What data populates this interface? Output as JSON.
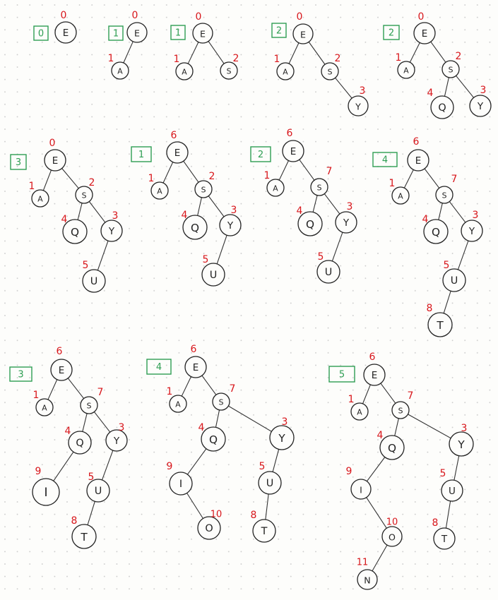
{
  "colors": {
    "badge": "#2e9e53",
    "rank": "#d8161b",
    "ink": "#222222",
    "dot": "#c9c9c9"
  },
  "steps": [
    {
      "id": "step-1",
      "badge": "0",
      "nodes": [
        {
          "label": "E",
          "rank": "0"
        }
      ]
    },
    {
      "id": "step-2",
      "badge": "1",
      "nodes": [
        {
          "label": "E",
          "rank": "0"
        },
        {
          "label": "A",
          "rank": "1"
        }
      ]
    },
    {
      "id": "step-3",
      "badge": "1",
      "nodes": [
        {
          "label": "E",
          "rank": "0"
        },
        {
          "label": "A",
          "rank": "1"
        },
        {
          "label": "S",
          "rank": "2"
        }
      ]
    },
    {
      "id": "step-4",
      "badge": "2",
      "nodes": [
        {
          "label": "E",
          "rank": "0"
        },
        {
          "label": "A",
          "rank": "1"
        },
        {
          "label": "S",
          "rank": "2"
        },
        {
          "label": "Y",
          "rank": "3"
        }
      ]
    },
    {
      "id": "step-5",
      "badge": "2",
      "nodes": [
        {
          "label": "E",
          "rank": "0"
        },
        {
          "label": "A",
          "rank": "1"
        },
        {
          "label": "S",
          "rank": "2"
        },
        {
          "label": "Q",
          "rank": "4"
        },
        {
          "label": "Y",
          "rank": "3"
        }
      ]
    },
    {
      "id": "step-6",
      "badge": "3",
      "nodes": [
        {
          "label": "E",
          "rank": "0"
        },
        {
          "label": "A",
          "rank": "1"
        },
        {
          "label": "S",
          "rank": "2"
        },
        {
          "label": "Q",
          "rank": "4"
        },
        {
          "label": "Y",
          "rank": "3"
        },
        {
          "label": "U",
          "rank": "5"
        }
      ]
    },
    {
      "id": "step-7",
      "badge": "1",
      "nodes": [
        {
          "label": "E",
          "rank": "6"
        },
        {
          "label": "A",
          "rank": "1"
        },
        {
          "label": "S",
          "rank": "2"
        },
        {
          "label": "Q",
          "rank": "4"
        },
        {
          "label": "Y",
          "rank": "3"
        },
        {
          "label": "U",
          "rank": "5"
        }
      ]
    },
    {
      "id": "step-8",
      "badge": "2",
      "nodes": [
        {
          "label": "E",
          "rank": "6"
        },
        {
          "label": "A",
          "rank": "1"
        },
        {
          "label": "S",
          "rank": "7"
        },
        {
          "label": "Q",
          "rank": "4"
        },
        {
          "label": "Y",
          "rank": "3"
        },
        {
          "label": "U",
          "rank": "5"
        }
      ]
    },
    {
      "id": "step-9",
      "badge": "4",
      "nodes": [
        {
          "label": "E",
          "rank": "6"
        },
        {
          "label": "A",
          "rank": "1"
        },
        {
          "label": "S",
          "rank": "7"
        },
        {
          "label": "Q",
          "rank": "4"
        },
        {
          "label": "Y",
          "rank": "3"
        },
        {
          "label": "U",
          "rank": "5"
        },
        {
          "label": "T",
          "rank": "8"
        }
      ]
    },
    {
      "id": "step-10",
      "badge": "3",
      "nodes": [
        {
          "label": "E",
          "rank": "6"
        },
        {
          "label": "A",
          "rank": "1"
        },
        {
          "label": "S",
          "rank": "7"
        },
        {
          "label": "Q",
          "rank": "4"
        },
        {
          "label": "Y",
          "rank": "3"
        },
        {
          "label": "I",
          "rank": "9"
        },
        {
          "label": "U",
          "rank": "5"
        },
        {
          "label": "T",
          "rank": "8"
        }
      ]
    },
    {
      "id": "step-11",
      "badge": "4",
      "nodes": [
        {
          "label": "E",
          "rank": "6"
        },
        {
          "label": "A",
          "rank": "1"
        },
        {
          "label": "S",
          "rank": "7"
        },
        {
          "label": "Q",
          "rank": "4"
        },
        {
          "label": "Y",
          "rank": "3"
        },
        {
          "label": "I",
          "rank": "9"
        },
        {
          "label": "O",
          "rank": "10"
        },
        {
          "label": "U",
          "rank": "5"
        },
        {
          "label": "T",
          "rank": "8"
        }
      ]
    },
    {
      "id": "step-12",
      "badge": "5",
      "nodes": [
        {
          "label": "E",
          "rank": "6"
        },
        {
          "label": "A",
          "rank": "1"
        },
        {
          "label": "S",
          "rank": "7"
        },
        {
          "label": "Q",
          "rank": "4"
        },
        {
          "label": "Y",
          "rank": "3"
        },
        {
          "label": "I",
          "rank": "9"
        },
        {
          "label": "O",
          "rank": "10"
        },
        {
          "label": "N",
          "rank": "11"
        },
        {
          "label": "U",
          "rank": "5"
        },
        {
          "label": "T",
          "rank": "8"
        }
      ]
    }
  ]
}
